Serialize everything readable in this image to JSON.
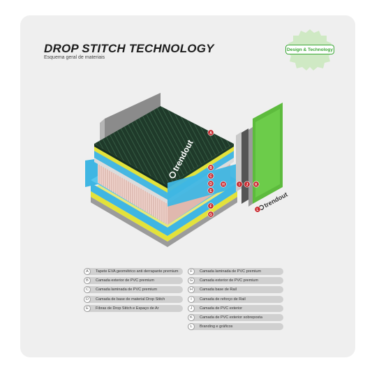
{
  "header": {
    "title": "DROP STITCH TECHNOLOGY",
    "subtitle": "Esquema geral de materiais",
    "badge": "Design & Technology"
  },
  "brand": {
    "name": "trendout"
  },
  "markers": [
    "A",
    "B",
    "C",
    "D",
    "E",
    "F",
    "G",
    "H",
    "I",
    "J",
    "K",
    "L"
  ],
  "legend": {
    "left": [
      {
        "code": "A",
        "label": "Tapete EVA geométrico anti derrapante premium"
      },
      {
        "code": "B",
        "label": "Camada exterior de PVC premium"
      },
      {
        "code": "C",
        "label": "Camada laminada de PVC premium"
      },
      {
        "code": "D",
        "label": "Camada de base de material Drop Stitch"
      },
      {
        "code": "E",
        "label": "Fibras de Drop Stitch e Espaço de Ar"
      }
    ],
    "right": [
      {
        "code": "F",
        "label": "Camada laminada de PVC premium"
      },
      {
        "code": "G",
        "label": "Camada exterior de PVC premium"
      },
      {
        "code": "H",
        "label": "Camada base de Rail"
      },
      {
        "code": "I",
        "label": "Camada de reforço de Rail"
      },
      {
        "code": "J",
        "label": "Camada de PVC exterior"
      },
      {
        "code": "K",
        "label": "Camada de PVC exterior sobreposta"
      },
      {
        "code": "L",
        "label": "Branding e gráficos"
      }
    ]
  },
  "colors": {
    "eva_dark": "#1f3a2a",
    "eva_line": "#3f6a4e",
    "yellow": "#e3e23a",
    "cyan": "#3fb6e3",
    "green": "#5dbb3d",
    "grey": "#8a8a8a",
    "marker": "#c8282e"
  }
}
